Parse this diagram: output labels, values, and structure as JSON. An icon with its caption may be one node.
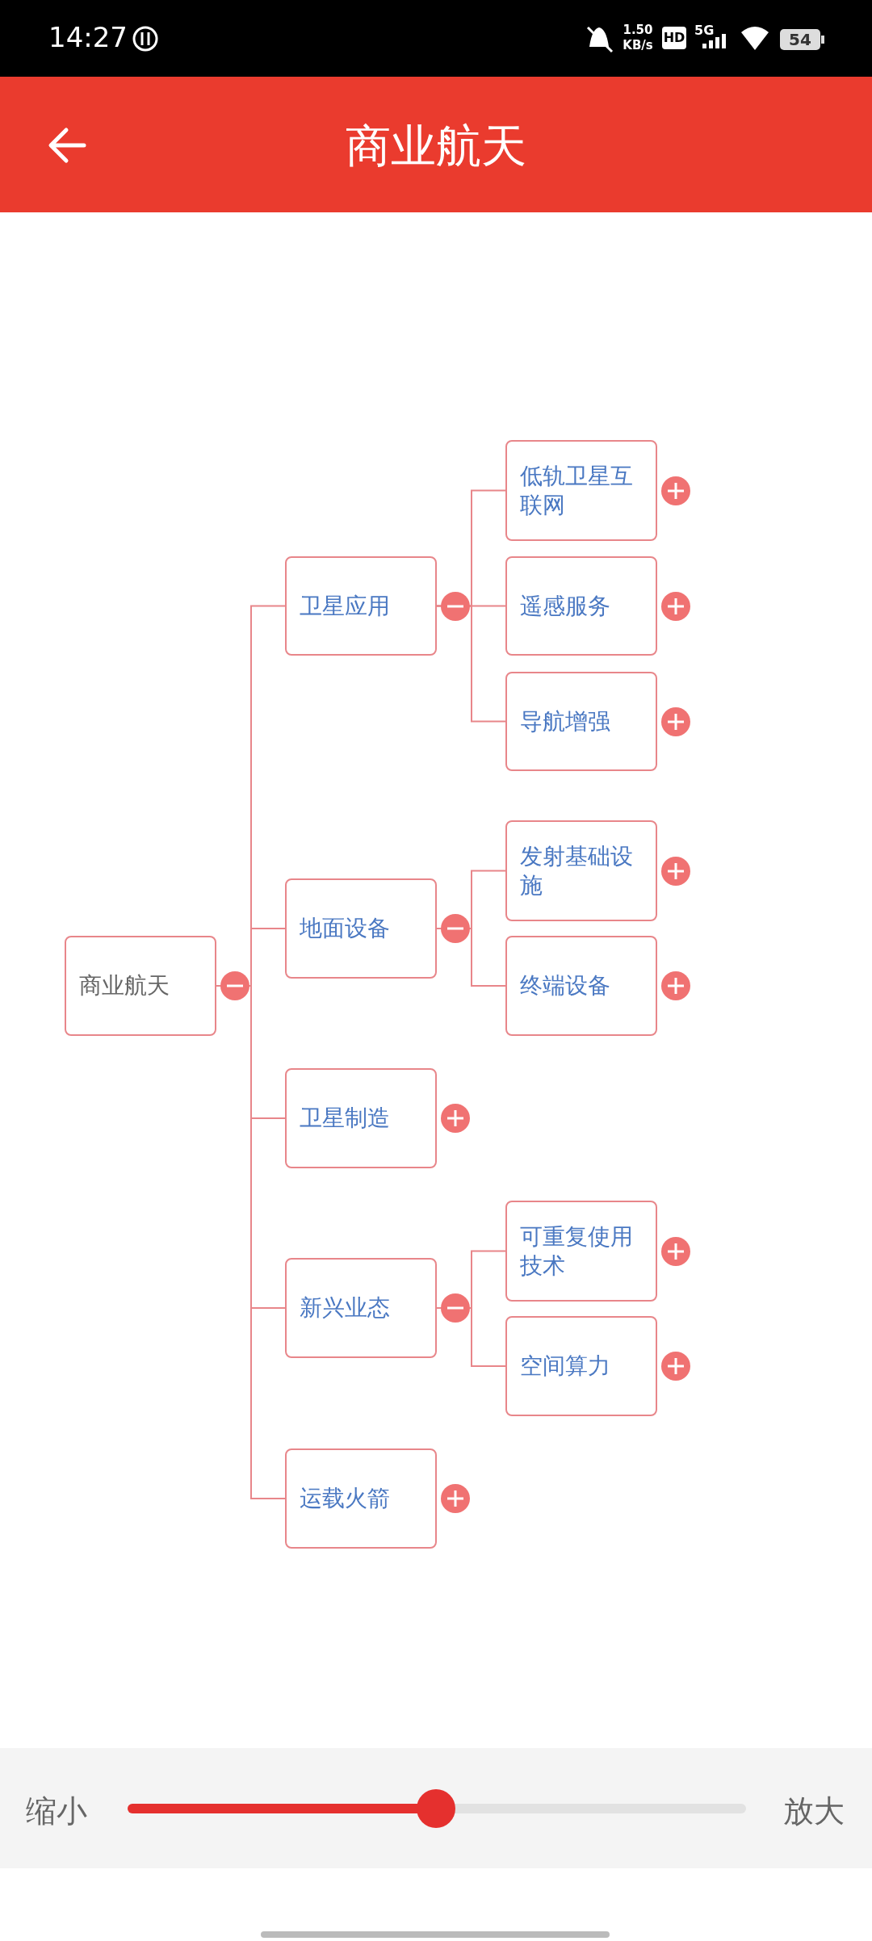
{
  "diagram": {
    "title": "商业航天",
    "nodes": [
      {
        "text": [
          "商业航天"
        ]
      },
      {
        "text": [
          "卫星应用"
        ]
      },
      {
        "text": [
          "低轨卫星互联网"
        ]
      },
      {
        "text": [
          "遥感服务"
        ]
      },
      {
        "text": [
          "导航增强"
        ]
      },
      {
        "text": [
          "地面设备"
        ]
      },
      {
        "text": [
          "发射基础设施"
        ]
      },
      {
        "text": [
          "终端设备"
        ]
      },
      {
        "text": [
          "卫星制造"
        ]
      },
      {
        "text": [
          "新兴业态"
        ]
      },
      {
        "text": [
          "可重复使用技术"
        ]
      },
      {
        "text": [
          "空间算力"
        ]
      },
      {
        "text": [
          "运载火箭"
        ]
      }
    ],
    "edges": [
      {
        "from": 0,
        "to": 1,
        "arrow": "none"
      },
      {
        "from": 1,
        "to": 2,
        "arrow": "none"
      },
      {
        "from": 1,
        "to": 3,
        "arrow": "none"
      },
      {
        "from": 1,
        "to": 4,
        "arrow": "none"
      },
      {
        "from": 0,
        "to": 5,
        "arrow": "none"
      },
      {
        "from": 5,
        "to": 6,
        "arrow": "none"
      },
      {
        "from": 5,
        "to": 7,
        "arrow": "none"
      },
      {
        "from": 0,
        "to": 8,
        "arrow": "none"
      },
      {
        "from": 0,
        "to": 9,
        "arrow": "none"
      },
      {
        "from": 9,
        "to": 10,
        "arrow": "none"
      },
      {
        "from": 9,
        "to": 11,
        "arrow": "none"
      },
      {
        "from": 0,
        "to": 12,
        "arrow": "none"
      }
    ],
    "labels": [
      "14:27",
      "1.50 KB/s",
      "HD",
      "5G",
      "54",
      "缩小",
      "放大"
    ]
  }
}
